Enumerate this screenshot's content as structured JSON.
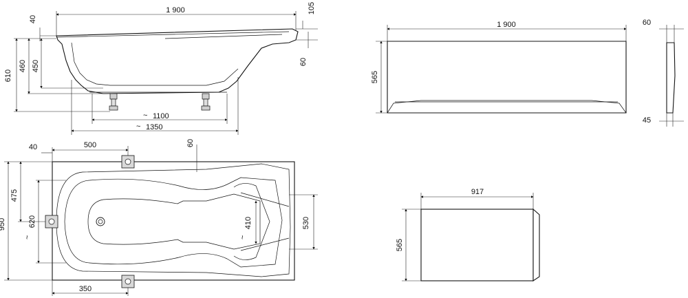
{
  "side_view": {
    "dims": {
      "length": "1 900",
      "rim_height": "40",
      "top_offset": "105",
      "height_460": "460",
      "height_450": "450",
      "height_610": "610",
      "right_60": "60",
      "span_1100": "1100",
      "span_1350": "1350"
    },
    "approx_symbol": "~"
  },
  "top_view": {
    "dims": {
      "left_40": "40",
      "left_500": "500",
      "top_60": "60",
      "width_950": "950",
      "depth_475": "475",
      "depth_620": "620",
      "inner_410": "410",
      "inner_530": "530",
      "bottom_350": "350"
    },
    "approx_symbol": "~"
  },
  "front_panel": {
    "dims": {
      "length": "1 900",
      "height": "565",
      "thickness_top": "60",
      "thickness_bottom": "45"
    }
  },
  "end_panel": {
    "dims": {
      "length": "917",
      "height": "565"
    }
  },
  "colors": {
    "line": "#111111",
    "background": "#ffffff",
    "leg_metal": "#cfcfcf"
  }
}
